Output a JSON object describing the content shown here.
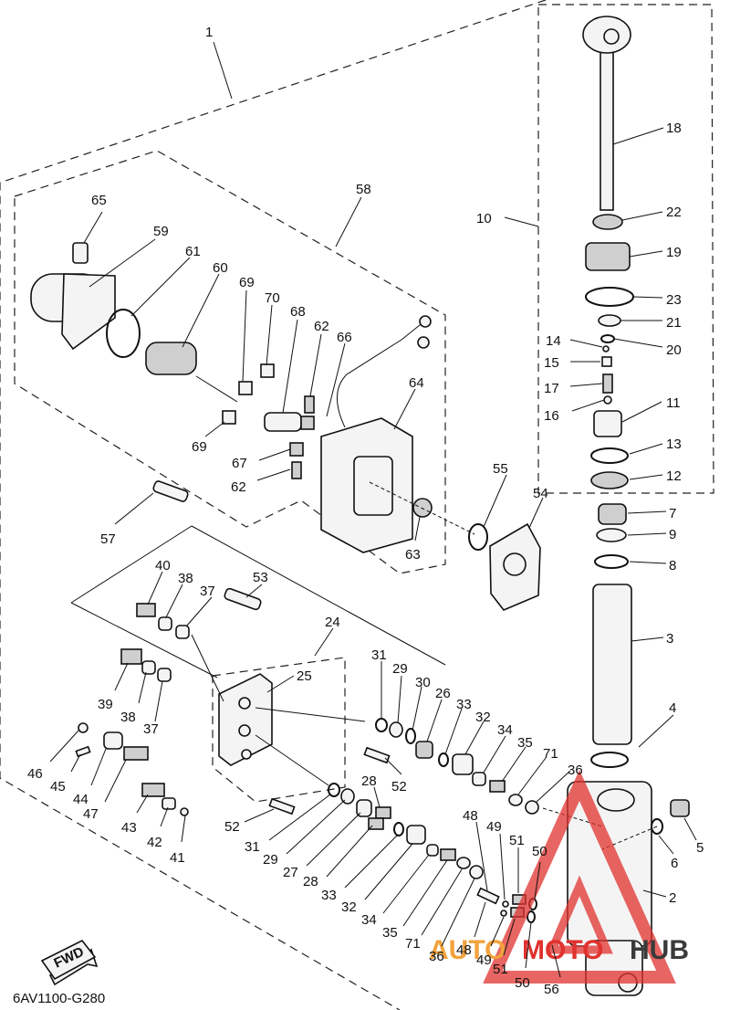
{
  "diagram": {
    "drawing_code": "6AV1100-G280",
    "fwd_label": "FWD",
    "watermark": {
      "text_auto": "AUTO",
      "text_moto": "MOTO",
      "text_hub": "HUB",
      "color_red": "#e0322e",
      "color_orange": "#f2a23c",
      "color_dark": "#3a3a3a"
    },
    "part_numbers": [
      "1",
      "2",
      "3",
      "4",
      "5",
      "6",
      "7",
      "8",
      "9",
      "10",
      "11",
      "12",
      "13",
      "14",
      "15",
      "16",
      "17",
      "18",
      "19",
      "20",
      "21",
      "22",
      "23",
      "24",
      "25",
      "26",
      "27",
      "28",
      "29",
      "30",
      "31",
      "32",
      "33",
      "34",
      "35",
      "36",
      "37",
      "38",
      "39",
      "40",
      "41",
      "42",
      "43",
      "44",
      "45",
      "46",
      "47",
      "48",
      "49",
      "50",
      "51",
      "52",
      "53",
      "54",
      "55",
      "56",
      "57",
      "58",
      "59",
      "60",
      "61",
      "62",
      "63",
      "64",
      "65",
      "66",
      "67",
      "68",
      "69",
      "70",
      "71"
    ]
  }
}
